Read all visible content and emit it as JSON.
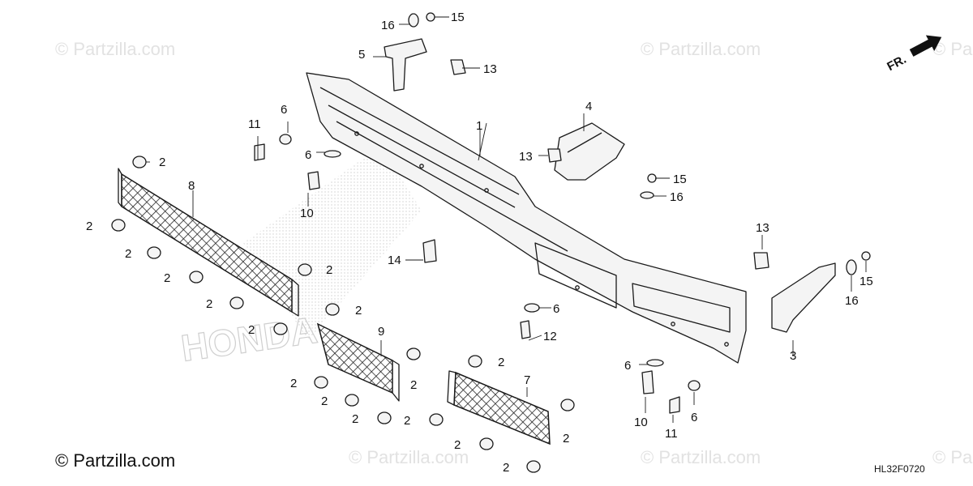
{
  "watermark_text": "© Partzilla.com",
  "brand_footer": "© Partzilla.com",
  "diagram_code": "HL32F0720",
  "direction_label": "FR.",
  "background_logo": "HONDA",
  "callouts": [
    "1",
    "2",
    "3",
    "4",
    "5",
    "6",
    "7",
    "8",
    "9",
    "10",
    "11",
    "12",
    "13",
    "14",
    "15",
    "16"
  ],
  "parts": {
    "main_bumper": "1",
    "grommet_nut": "2",
    "right_bracket": "3",
    "center_bracket": "4",
    "left_bracket": "5",
    "washer": "6",
    "right_grille": "7",
    "left_grille": "8",
    "center_grille": "9",
    "bolt": "10",
    "screw": "11",
    "bolt_short": "12",
    "clip": "13",
    "rivet": "14",
    "nut": "15",
    "flat_washer": "16"
  }
}
